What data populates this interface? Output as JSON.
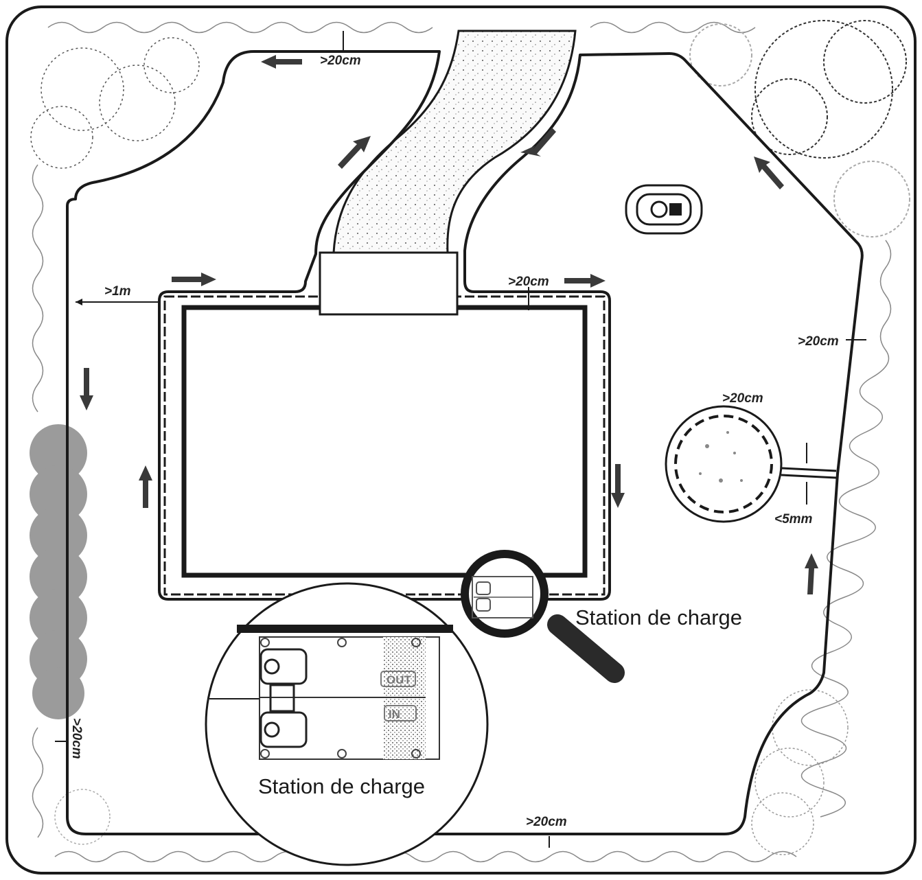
{
  "labels": {
    "dist_top_left": ">20cm",
    "dist_pool_right": ">20cm",
    "dist_right_edge": ">20cm",
    "dist_tree_circle": ">20cm",
    "gap_small": "<5mm",
    "dist_border": ">1m",
    "dist_left_edge": ">20cm",
    "dist_bottom": ">20cm",
    "station_main": "Station de charge",
    "station_zoom": "Station de charge",
    "zoom_out": "OUT",
    "zoom_in": "IN"
  },
  "colors": {
    "wire": "#1a1a1a",
    "arrow": "#3a3a3a",
    "hedge": "#777777"
  }
}
